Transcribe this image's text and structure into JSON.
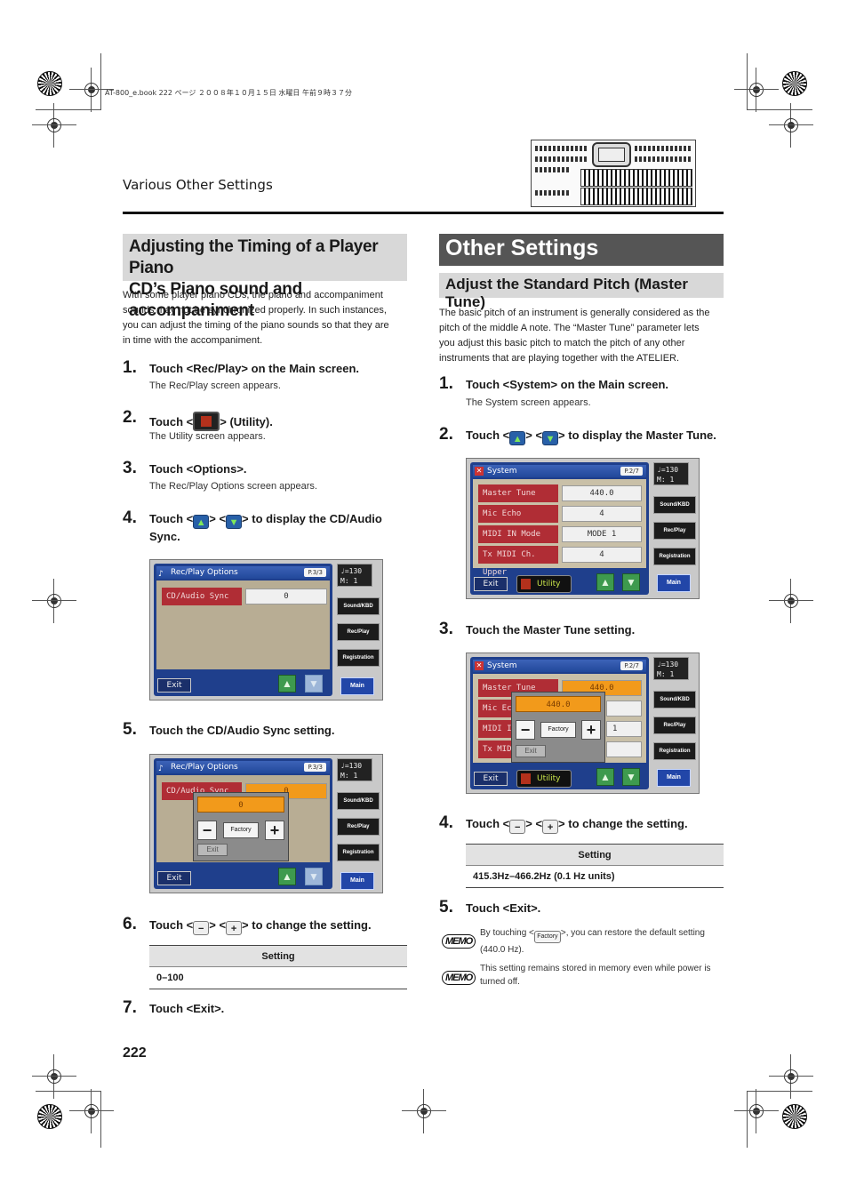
{
  "file_line": "AT-800_e.book  222 ページ  ２００８年１０月１５日  水曜日  午前９時３７分",
  "header": {
    "section": "Various Other Settings",
    "page_number": "222"
  },
  "left": {
    "heading_line1": "Adjusting the Timing of a Player Piano",
    "heading_line2": "CD’s Piano sound and accompaniment",
    "intro": [
      "With some player piano CDs, the piano and accompaniment",
      "sounds may not be synchronized properly. In such instances,",
      "you can adjust the timing of the piano sounds so that they are",
      "in time with the accompaniment."
    ],
    "steps": [
      {
        "num": "1.",
        "text": "Touch <Rec/Play> on the Main screen.",
        "sub": "The Rec/Play screen appears."
      },
      {
        "num": "2.",
        "pre": "Touch <",
        "post": "> (Utility).",
        "sub": "The Utility screen appears."
      },
      {
        "num": "3.",
        "text": "Touch <Options>.",
        "sub": "The Rec/Play Options screen appears."
      },
      {
        "num": "4.",
        "pre": "Touch <",
        "mid": "> <",
        "post": "> to display the CD/Audio",
        "line2": "Sync."
      },
      {
        "num": "5.",
        "text": "Touch the CD/Audio Sync setting."
      },
      {
        "num": "6.",
        "pre": "Touch <",
        "mid": "> <",
        "post": "> to change the setting."
      },
      {
        "num": "7.",
        "text": "Touch <Exit>."
      }
    ],
    "screen": {
      "title": "Rec/Play Options",
      "page": "P.3/3",
      "param": "CD/Audio Sync",
      "value": "0",
      "exit": "Exit",
      "factory": "Factory",
      "popup_exit": "Exit"
    },
    "table": {
      "header": "Setting",
      "value": "0–100"
    }
  },
  "right": {
    "heading": "Other Settings",
    "subheading": "Adjust the Standard Pitch (Master Tune)",
    "intro": [
      "The basic pitch of an instrument is generally considered as the",
      "pitch of the middle A note. The “Master Tune” parameter lets",
      "you adjust this basic pitch to match the pitch of any other",
      "instruments that are playing together with the ATELIER."
    ],
    "steps": [
      {
        "num": "1.",
        "text": "Touch <System> on the Main screen.",
        "sub": "The System screen appears."
      },
      {
        "num": "2.",
        "pre": "Touch <",
        "mid": "> <",
        "post": "> to display the Master Tune."
      },
      {
        "num": "3.",
        "text": "Touch the Master Tune setting."
      },
      {
        "num": "4.",
        "pre": "Touch <",
        "mid": "> <",
        "post": "> to change the setting."
      },
      {
        "num": "5.",
        "text": "Touch <Exit>."
      }
    ],
    "screen": {
      "title": "System",
      "page": "P.2/7",
      "params": [
        "Master Tune",
        "Mic Echo",
        "MIDI IN Mode",
        "Tx MIDI Ch. Upper"
      ],
      "values": [
        "440.0",
        "4",
        "MODE 1",
        "4"
      ],
      "popup_params": [
        "Master Tune",
        "Mic Ech",
        "MIDI IN",
        "Tx MIDI"
      ],
      "popup_side_values": [
        "",
        "",
        "1",
        ""
      ],
      "exit": "Exit",
      "utility": "Utility",
      "factory": "Factory",
      "popup_exit": "Exit"
    },
    "table": {
      "header": "Setting",
      "value": "415.3Hz–466.2Hz (0.1 Hz units)"
    },
    "memo1_pre": "By touching <",
    "memo1_post": ">, you can restore the default setting",
    "memo1_line2": "(440.0 Hz).",
    "memo2_line1": "This setting remains stored in memory even while power is",
    "memo2_line2": "turned off.",
    "memo_label": "MEMO"
  },
  "side_panel": {
    "tempo_line1": "♩=130",
    "tempo_line2": "M:   1",
    "buttons": [
      "Sound/KBD",
      "Rec/Play",
      "Registration"
    ],
    "main": "Main"
  },
  "icons": {
    "up": "up-arrow-icon",
    "down": "down-arrow-icon",
    "minus": "minus-icon",
    "plus": "plus-icon",
    "utility": "utility-icon"
  },
  "glyphs": {
    "up": "▲",
    "down": "▼",
    "minus": "−",
    "plus": "+"
  },
  "colors": {
    "heading_bar": "#555555",
    "subheading_bar": "#d8d8d8",
    "screen_blue": "#1f3f8c",
    "param_red": "#b02d35",
    "highlight_orange": "#f29a1b"
  }
}
